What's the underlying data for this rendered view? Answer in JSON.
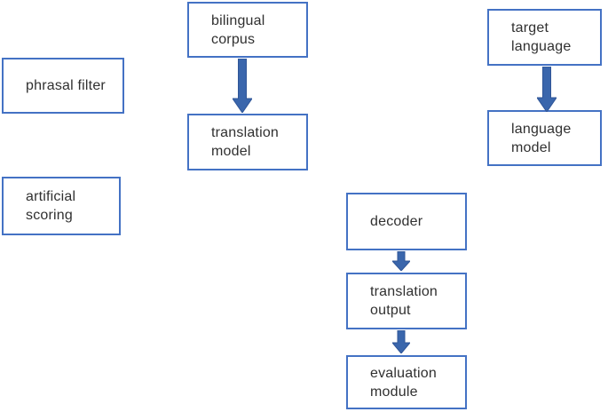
{
  "diagram": {
    "description": "machine translation pipeline flow diagram",
    "nodes": {
      "phrasal_filter": {
        "label": "phrasal filter"
      },
      "artificial_scoring": {
        "label": "artificial\nscoring"
      },
      "bilingual_corpus": {
        "label": "bilingual\ncorpus"
      },
      "translation_model": {
        "label": "translation\nmodel"
      },
      "target_language": {
        "label": "target\nlanguage"
      },
      "language_model": {
        "label": "language\nmodel"
      },
      "decoder": {
        "label": "decoder"
      },
      "translation_output": {
        "label": "translation\noutput"
      },
      "evaluation_module": {
        "label": "evaluation\nmodule"
      }
    },
    "edges": [
      {
        "from": "bilingual corpus",
        "to": "translation model"
      },
      {
        "from": "target language",
        "to": "language model"
      },
      {
        "from": "decoder",
        "to": "translation output"
      },
      {
        "from": "translation output",
        "to": "evaluation module"
      }
    ]
  },
  "colors": {
    "background": "#FFFFFF",
    "box_border": "#4472C4",
    "box_fill": "#FFFFFF",
    "arrow_fill": "#3A66AC",
    "arrow_outline": "#2F5597",
    "text": "#303030"
  }
}
